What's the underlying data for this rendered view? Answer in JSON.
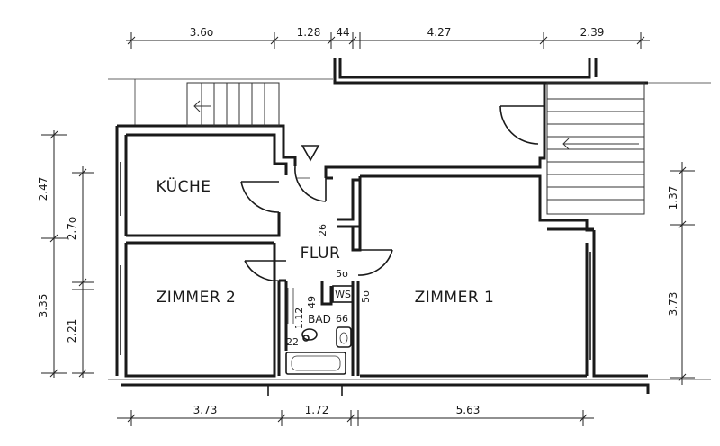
{
  "rooms": {
    "kueche": "KÜCHE",
    "zimmer2": "ZIMMER 2",
    "zimmer1": "ZIMMER 1",
    "flur": "FLUR",
    "bad": "BAD",
    "ws": "WS"
  },
  "dimensions": {
    "top": [
      "3.6o",
      "1.28",
      "44",
      "4.27",
      "2.39"
    ],
    "bottom": [
      "3.73",
      "1.72",
      "5.63"
    ],
    "left_outer": [
      "2.47",
      "3.35"
    ],
    "left_inner": [
      "2.7o",
      "2.21"
    ],
    "right": [
      "1.37",
      "3.73"
    ],
    "interior": {
      "flur_26": "26",
      "flur_50": "5o",
      "bad_50": "5o",
      "bad_49": "49",
      "bad_112": "1.12",
      "bad_66": "66",
      "bad_22": "22"
    }
  }
}
